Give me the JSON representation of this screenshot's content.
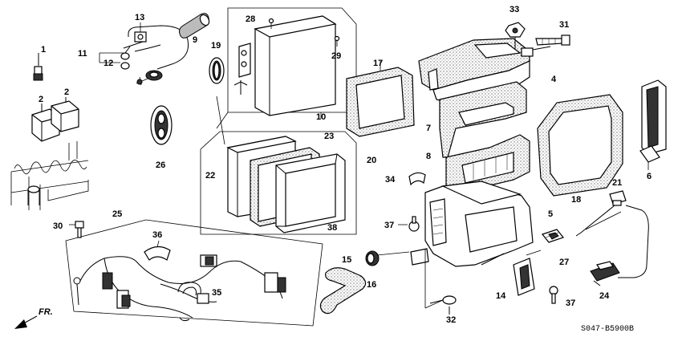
{
  "callouts": {
    "n1": "1",
    "n2a": "2",
    "n2b": "2",
    "n4": "4",
    "n5": "5",
    "n6": "6",
    "n7": "7",
    "n8": "8",
    "n9": "9",
    "n10": "10",
    "n11": "11",
    "n12": "12",
    "n13": "13",
    "n14": "14",
    "n15": "15",
    "n16": "16",
    "n17": "17",
    "n18": "18",
    "n19": "19",
    "n20": "20",
    "n21": "21",
    "n22": "22",
    "n23": "23",
    "n24": "24",
    "n25": "25",
    "n26": "26",
    "n27": "27",
    "n28": "28",
    "n29": "29",
    "n30": "30",
    "n31": "31",
    "n32": "32",
    "n33": "33",
    "n34": "34",
    "n35": "35",
    "n36": "36",
    "n37a": "37",
    "n37b": "37",
    "n38": "38"
  },
  "direction_label": "FR.",
  "diagram_code": "S047-B5900B"
}
